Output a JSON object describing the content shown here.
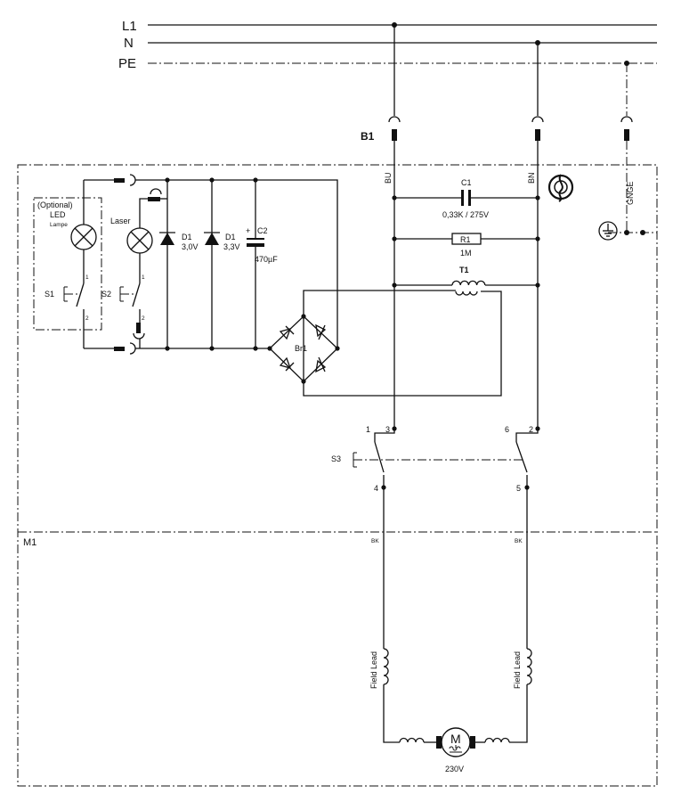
{
  "supply": {
    "l1": "L1",
    "n": "N",
    "pe": "PE"
  },
  "connector": {
    "b1": "B1"
  },
  "wire_colors": {
    "bu": "BU",
    "bn": "BN",
    "gnge": "GNGE",
    "bk_left": "BK",
    "bk_right": "BK"
  },
  "modules": {
    "m1": "M1"
  },
  "components": {
    "c1_name": "C1",
    "c1_value": "0,33K / 275V",
    "r1_name": "R1",
    "r1_value": "1M",
    "t1_name": "T1",
    "br1_name": "Br1",
    "d1a_name": "D1",
    "d1a_value": "3,0V",
    "d1b_name": "D1",
    "d1b_value": "3,3V",
    "c2_name": "C2",
    "c2_plus": "+",
    "c2_value": "470µF",
    "led_optional": "(Optional)",
    "led_name": "LED",
    "led_sub": "Lampe",
    "laser_name": "Laser",
    "s1_name": "S1",
    "s2_name": "S2",
    "s3_name": "S3",
    "motor_letter": "M",
    "motor_voltage": "230V",
    "field_lead_left": "Field Lead",
    "field_lead_right": "Field Lead"
  },
  "terminals": {
    "t1": "1",
    "t3": "3",
    "t6": "6",
    "t2": "2",
    "t4": "4",
    "t5": "5",
    "s1_p1": "1",
    "s1_p2": "2",
    "s2_p1": "1",
    "s2_p2": "2"
  }
}
